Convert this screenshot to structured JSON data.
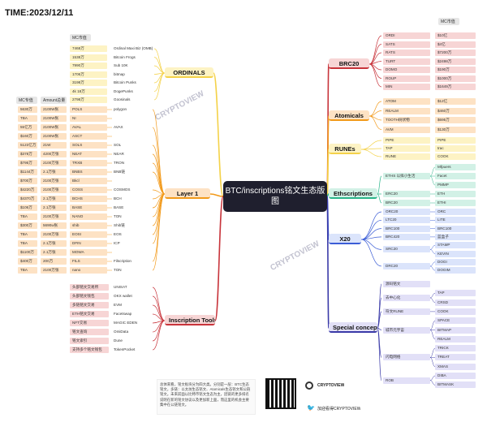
{
  "time": "TIME:2023/12/11",
  "center_title": "BTC/inscriptions铭文生态版图",
  "watermark": "CRYPTOVIEW",
  "footer": {
    "note": "总体来看，铭文板块分为四大类。分别是一层：BTC生态铭文，多链：以太坊生态铭文、Atomicals生态铭文和公链铭文。未来前面以比特币铭文生态为主，因链的更多排名说明在新的铭文协议以及更加新上面，而这里的机会主要集中在公链铭文。",
    "brand": "CRYPTOVIEW",
    "twitter": "加迎看得CRYPTOVIEW",
    "twitter_icon": "bird-icon"
  },
  "colors": {
    "red": "#c8343b",
    "orange": "#f29a1b",
    "yellow": "#f4d24a",
    "teal": "#2bb58a",
    "blue": "#3b5dd6",
    "navy": "#3a3aa8",
    "pink": "#f7d5d5",
    "lorange": "#fde2c4",
    "lyellow": "#fdf3c4",
    "lteal": "#d2f1e6",
    "lblue": "#dbe4fb",
    "lpurple": "#e2e0f7"
  },
  "ordinals": {
    "label": "ORDINALS",
    "header": "MC市值",
    "rows": [
      {
        "mc": "7468万",
        "name": "Ordinal Maxi Biz (OMB)"
      },
      {
        "mc": "1538万",
        "name": "Bitcoin Frogs"
      },
      {
        "mc": "7990万",
        "name": "Sub 10K"
      },
      {
        "mc": "1706万",
        "name": "bitmap"
      },
      {
        "mc": "3198万",
        "name": "Bitcoin Punks"
      },
      {
        "mc": "4k 18万",
        "name": "DogePunks"
      },
      {
        "mc": "2798万",
        "name": "Goosinals"
      }
    ]
  },
  "layer1": {
    "label": "Layer 1",
    "header_mc": "MC专值",
    "header_amount": "Amount总量",
    "rows": [
      {
        "mc": "5630万",
        "amount": "2100W张",
        "ticker": "POLS",
        "chain": "polygon"
      },
      {
        "mc": "TBA",
        "amount": "2100W张",
        "ticker": "NI",
        "chain": ""
      },
      {
        "mc": "55亿万",
        "amount": "2100W张",
        "ticker": "AVAL",
        "chain": "AVAX"
      },
      {
        "mc": "$160万",
        "amount": "2100W张",
        "ticker": "ASCT",
        "chain": ""
      },
      {
        "mc": "5123亿万",
        "amount": "21W",
        "ticker": "SOLS",
        "chain": "SOL"
      },
      {
        "mc": "$378万",
        "amount": "4200万张",
        "ticker": "NEAT",
        "chain": "NEAR"
      },
      {
        "mc": "$795万",
        "amount": "2100万张",
        "ticker": "TRXB",
        "chain": "TRON"
      },
      {
        "mc": "$1144万",
        "amount": "2.1万张",
        "ticker": "BNBS",
        "chain": "BNB链"
      },
      {
        "mc": "$700万",
        "amount": "2100万张",
        "ticker": "Bkcl",
        "chain": ""
      },
      {
        "mc": "$4220万",
        "amount": "2100万张",
        "ticker": "COSS",
        "chain": "COSMOS"
      },
      {
        "mc": "$4370万",
        "amount": "2.1万张",
        "ticker": "BCHS",
        "chain": "BCH"
      },
      {
        "mc": "$106万",
        "amount": "2.1万张",
        "ticker": "BASE",
        "chain": "BASE"
      },
      {
        "mc": "TBA",
        "amount": "2100万张",
        "ticker": "NANO",
        "chain": "TON"
      },
      {
        "mc": "$300万",
        "amount": "5690w张",
        "ticker": "shib",
        "chain": "Shib链"
      },
      {
        "mc": "TBA",
        "amount": "2100万张",
        "ticker": "EOSI",
        "chain": "EOS"
      },
      {
        "mc": "TBA",
        "amount": "2.1万张",
        "ticker": "DFIN",
        "chain": "ICP"
      },
      {
        "mc": "$1100万",
        "amount": "2.1万张",
        "ticker": "MOWA",
        "chain": ""
      },
      {
        "mc": "$400万",
        "amount": "200万",
        "ticker": "FILS",
        "chain": "Filscription"
      },
      {
        "mc": "TBA",
        "amount": "2100万张",
        "ticker": "nano",
        "chain": "TON"
      }
    ]
  },
  "tools": {
    "label": "Inscription Tools",
    "rows": [
      {
        "desc": "头部铭文交易所",
        "name": "UNISAT"
      },
      {
        "desc": "头部铭文钱包",
        "name": "OKX wallet"
      },
      {
        "desc": "多链铭文交易",
        "name": "EVM"
      },
      {
        "desc": "ETH铭文交易",
        "name": "Facetswap"
      },
      {
        "desc": "NFT交易",
        "name": "MAGIC EDEN"
      },
      {
        "desc": "铭文查询",
        "name": "OmiData"
      },
      {
        "desc": "铭文索引",
        "name": "Dune"
      },
      {
        "desc": "支持多个铭文钱包",
        "name": "TokenPocket"
      }
    ]
  },
  "brc20": {
    "label": "BRC20",
    "header": "MC市值",
    "rows": [
      {
        "ticker": "ORDI",
        "mc": "$10亿"
      },
      {
        "ticker": "SATS",
        "mc": "$4亿"
      },
      {
        "ticker": "RATS",
        "mc": "$7200万"
      },
      {
        "ticker": "TURT",
        "mc": "$2498万"
      },
      {
        "ticker": "DOMO",
        "mc": "$190万"
      },
      {
        "ticker": "ROUP",
        "mc": "$1000万"
      },
      {
        "ticker": "MIN",
        "mc": "$1649万"
      }
    ]
  },
  "atomicals": {
    "label": "Atomicals",
    "rows": [
      {
        "ticker": "ATOM",
        "mc": "$12亿"
      },
      {
        "ticker": "REALM",
        "mc": "$460万"
      },
      {
        "ticker": "TOOTH树状物",
        "mc": "$695万"
      },
      {
        "ticker": "AVM",
        "mc": "$130万"
      }
    ]
  },
  "runes": {
    "label": "RUNEs",
    "rows": [
      {
        "ticker": "PIPE",
        "name": "PIPE"
      },
      {
        "ticker": "TAP",
        "name": "trac"
      },
      {
        "ticker": "RUNE",
        "name": "COOK"
      }
    ]
  },
  "eths": {
    "label": "Ethscriptions",
    "rows": [
      {
        "group": "ETHS 以拟小生活",
        "items": [
          "Mfpuers",
          "Facet",
          "PMMP"
        ]
      },
      {
        "group": "ERC20",
        "items": [
          "ETH"
        ]
      },
      {
        "group": "BRC20",
        "items": [
          "ETHI"
        ]
      }
    ]
  },
  "x20": {
    "label": "X20",
    "rows": [
      {
        "group": "ORC20",
        "items": [
          "ORC"
        ]
      },
      {
        "group": "LTC20",
        "items": [
          "LITE"
        ]
      },
      {
        "group": "BRC100",
        "items": [
          "BRC100"
        ]
      },
      {
        "group": "BRC420",
        "items": [
          "蓝盒子"
        ]
      },
      {
        "group": "SRC20",
        "items": [
          "STAMP",
          "KEVIN"
        ]
      },
      {
        "group": "DRC20",
        "items": [
          "DOGI",
          "DOGIM"
        ]
      }
    ]
  },
  "special": {
    "label": "Special concepts",
    "rows": [
      {
        "group": "源码铭文",
        "items": []
      },
      {
        "group": "去中心化",
        "items": [
          "TAP",
          "CRSD"
        ]
      },
      {
        "group": "符文RUNE",
        "items": [
          "COOK"
        ]
      },
      {
        "group": "城市元宇宙",
        "items": [
          "SPACE",
          "BITMAP",
          "REALM"
        ]
      },
      {
        "group": "闪电网络",
        "items": [
          "TRICK",
          "TREAT",
          "XMAS"
        ]
      },
      {
        "group": "ROB",
        "items": [
          "DIBA",
          "BITMASK"
        ]
      }
    ]
  }
}
